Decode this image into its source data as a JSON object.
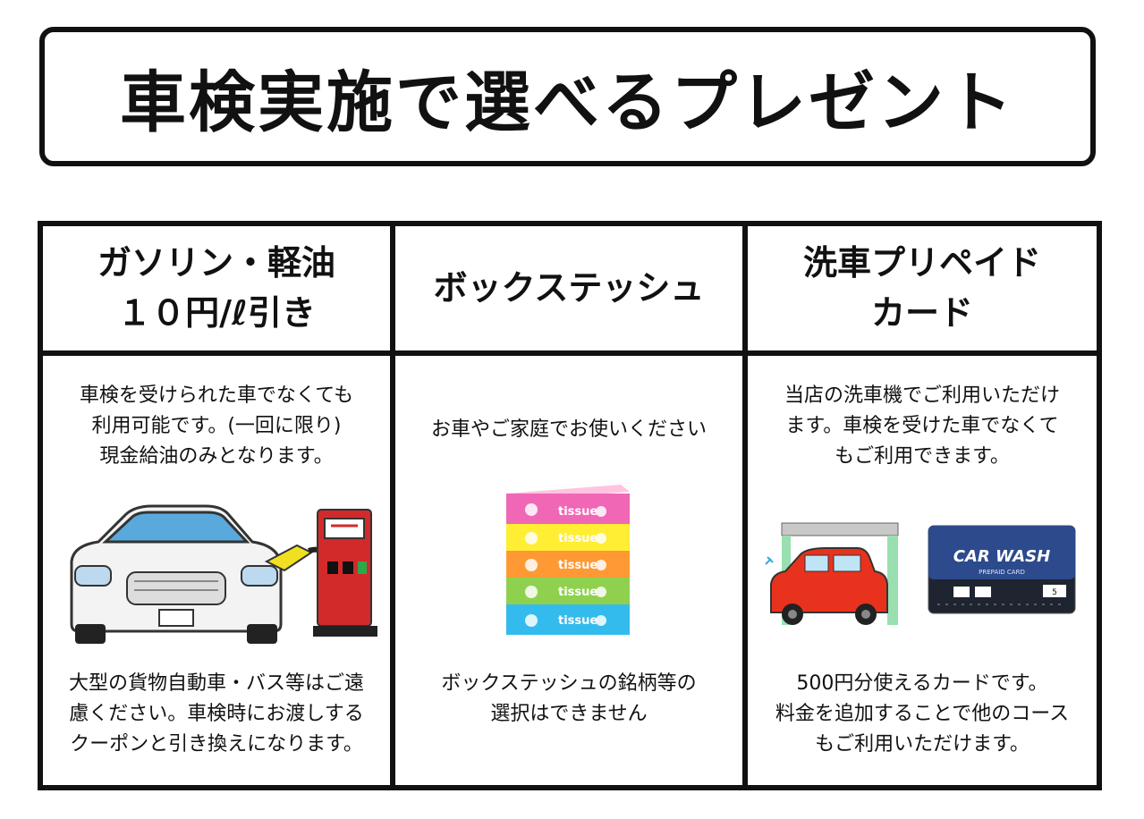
{
  "title": "車検実施で選べるプレゼント",
  "columns": [
    {
      "heading": "ガソリン・軽油\n１０円/ℓ引き",
      "description": "車検を受けられた車でなくても\n利用可能です。(一回に限り)\n現金給油のみとなります。",
      "note": "大型の貨物自動車・バス等はご遠\n慮ください。車検時にお渡しする\nクーポンと引き換えになります。"
    },
    {
      "heading": "ボックステッシュ",
      "description": "お車やご家庭でお使いください",
      "tissue_label": "tissue",
      "note": "ボックステッシュの銘柄等の\n選択はできません"
    },
    {
      "heading": "洗車プリペイド\nカード",
      "description": "当店の洗車機でご利用いただけ\nます。車検を受けた車でなくて\nもご利用できます。",
      "card_logo": "CAR WASH",
      "card_sub": "PREPAID CARD",
      "card_number": "5",
      "note": "500円分使えるカードです。\n料金を追加することで他のコース\nもご利用いただけます。"
    }
  ]
}
